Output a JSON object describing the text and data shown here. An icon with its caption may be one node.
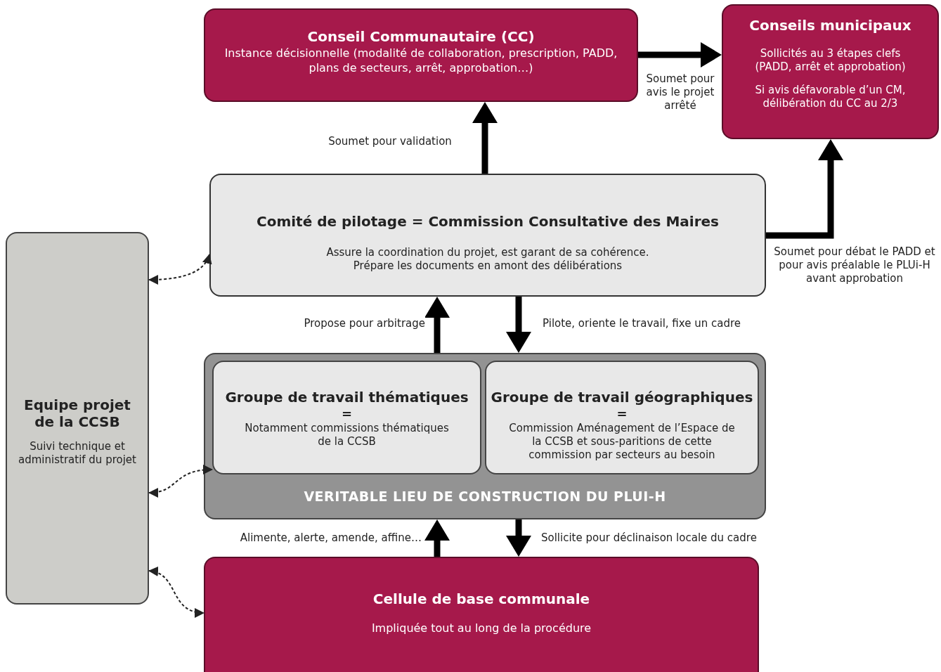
{
  "diagram": {
    "nodes": [
      {
        "text": [
          "Conseil Communautaire (CC)",
          "Instance décisionnelle (modalité de collaboration, prescription, PADD, plans de secteurs, arrêt, approbation…)"
        ]
      },
      {
        "text": [
          "Conseils municipaux",
          "Sollicités au 3 étapes clefs (PADD, arrêt et approbation)",
          "Si avis défavorable d’un CM, délibération du CC au 2/3"
        ]
      },
      {
        "text": [
          "Comité de pilotage = Commission Consultative des Maires",
          "Assure la coordination du projet, est garant de sa cohérence. Prépare les documents en amont des délibérations"
        ]
      },
      {
        "text": [
          "Equipe projet de la CCSB",
          "Suivi technique et administratif du projet"
        ]
      },
      {
        "text": [
          "VERITABLE LIEU DE CONSTRUCTION DU PLUI-H"
        ]
      },
      {
        "text": [
          "Groupe de travail thématiques",
          "=",
          "Notamment commissions thématiques de la CCSB"
        ],
        "in": 4
      },
      {
        "text": [
          "Groupe de travail géographiques",
          "=",
          "Commission Aménagement de l’Espace de la CCSB et sous-paritions de cette commission par secteurs au besoin"
        ],
        "in": 4
      },
      {
        "text": [
          "Cellule de base communale",
          "Impliquée tout au long de la procédure"
        ]
      }
    ],
    "edges": [
      {
        "from": 2,
        "to": 0,
        "arrow": "to",
        "label": "Soumet pour validation"
      },
      {
        "from": 0,
        "to": 1,
        "arrow": "to",
        "label": "Soumet pour avis le projet arrêté"
      },
      {
        "from": 2,
        "to": 1,
        "arrow": "to",
        "label": "Soumet pour débat le PADD et pour avis préalable le PLUi-H avant approbation"
      },
      {
        "from": 4,
        "to": 2,
        "arrow": "to",
        "label": "Propose pour arbitrage"
      },
      {
        "from": 2,
        "to": 4,
        "arrow": "to",
        "label": "Pilote, oriente le travail, fixe un cadre"
      },
      {
        "from": 7,
        "to": 4,
        "arrow": "to",
        "label": "Alimente, alerte, amende, affine…"
      },
      {
        "from": 4,
        "to": 7,
        "arrow": "to",
        "label": "Sollicite pour déclinaison locale du cadre"
      },
      {
        "from": 3,
        "to": 2,
        "arrow": "both",
        "style": "dashed"
      },
      {
        "from": 3,
        "to": 5,
        "arrow": "both",
        "style": "dashed"
      },
      {
        "from": 3,
        "to": 7,
        "arrow": "both",
        "style": "dashed"
      }
    ]
  }
}
